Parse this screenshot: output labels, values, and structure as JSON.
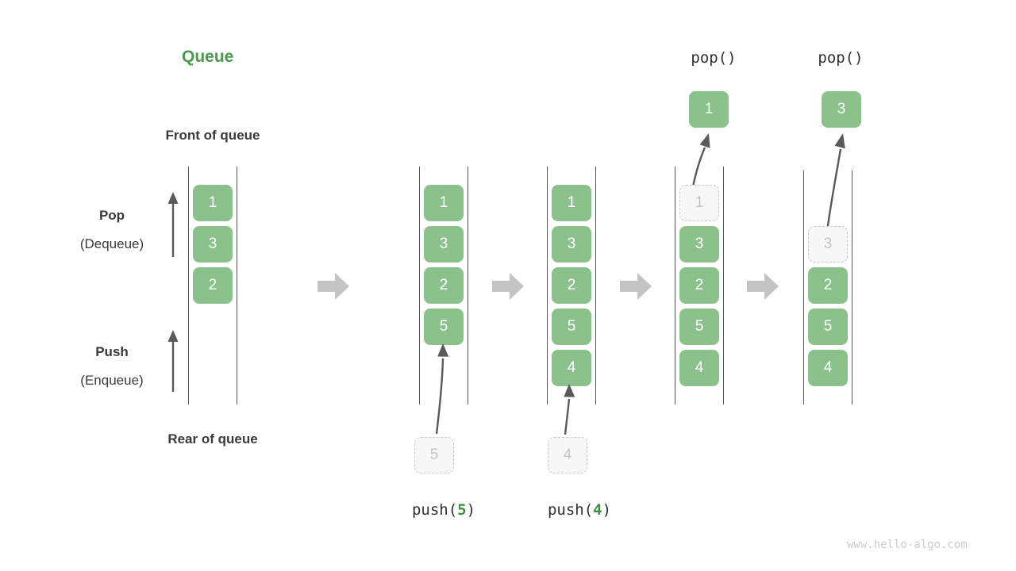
{
  "diagram": {
    "title": "Queue",
    "watermark": "www.hello-algo.com",
    "front_label": "Front of queue",
    "rear_label": "Rear of queue",
    "pop_label": "Pop",
    "pop_sublabel": "(Dequeue)",
    "push_label": "Push",
    "push_sublabel": "(Enqueue)",
    "colors": {
      "cell_fill": "#8bc18b",
      "cell_text": "#ffffff",
      "ghost_fill": "#f7f7f7",
      "ghost_border": "#c9c9c9",
      "ghost_text": "#c3c3c3",
      "title_green": "#4a9a4a",
      "accent_green": "#3f8f3f",
      "rail": "#565656",
      "block_arrow": "#c4c4c4",
      "thin_arrow": "#5a5a5a",
      "watermark": "#cbcbcb"
    },
    "icons": {
      "stage_transition": "block-right-arrow-icon",
      "pop_direction": "up-arrow-icon",
      "push_direction": "up-arrow-icon",
      "push_motion": "curved-up-arrow-icon",
      "pop_motion": "curved-up-arrow-icon"
    },
    "stages": [
      {
        "id": "initial",
        "caption": "",
        "op_label": "",
        "cells": [
          "1",
          "3",
          "2"
        ],
        "ghost_index": -1,
        "incoming": null,
        "outgoing": null
      },
      {
        "id": "push-5",
        "caption": "push(5)",
        "op_name": "push",
        "op_arg": "5",
        "cells": [
          "1",
          "3",
          "2",
          "5"
        ],
        "ghost_index": -1,
        "incoming": "5",
        "outgoing": null
      },
      {
        "id": "push-4",
        "caption": "push(4)",
        "op_name": "push",
        "op_arg": "4",
        "cells": [
          "1",
          "3",
          "2",
          "5",
          "4"
        ],
        "ghost_index": -1,
        "incoming": "4",
        "outgoing": null
      },
      {
        "id": "pop-1",
        "caption": "pop()",
        "op_name": "pop",
        "op_arg": "",
        "cells": [
          "1",
          "3",
          "2",
          "5",
          "4"
        ],
        "ghost_index": 0,
        "incoming": null,
        "outgoing": "1"
      },
      {
        "id": "pop-3",
        "caption": "pop()",
        "op_name": "pop",
        "op_arg": "",
        "cells": [
          "3",
          "2",
          "5",
          "4"
        ],
        "ghost_index": 0,
        "incoming": null,
        "outgoing": "3"
      }
    ]
  }
}
